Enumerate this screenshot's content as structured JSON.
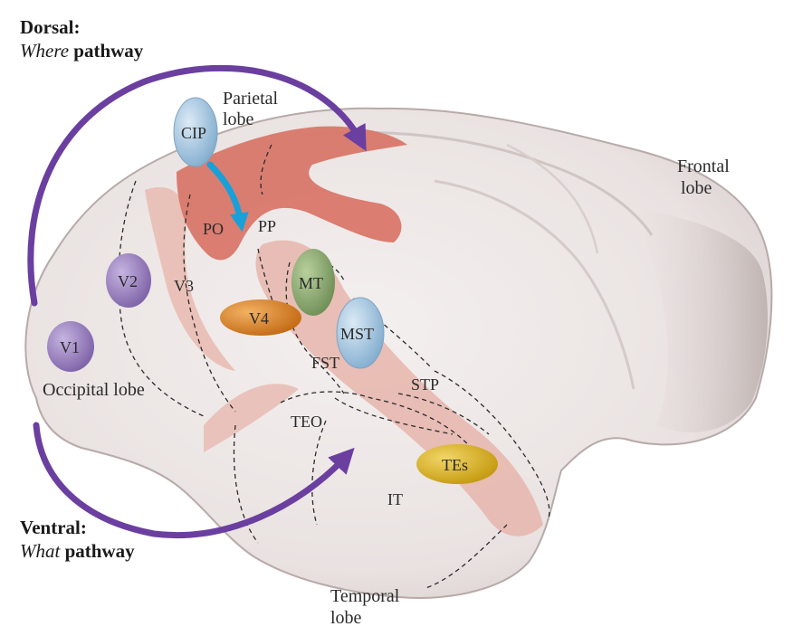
{
  "pathways": {
    "dorsal": {
      "title": "Dorsal:",
      "subtitle_italic": "Where",
      "subtitle_rest": " pathway"
    },
    "ventral": {
      "title": "Ventral:",
      "subtitle_italic": "What",
      "subtitle_rest": " pathway"
    },
    "arrow_color": "#6b3fa0"
  },
  "lobes": {
    "parietal": [
      "Parietal",
      "lobe"
    ],
    "frontal": [
      "Frontal",
      "lobe"
    ],
    "occipital": "Occipital lobe",
    "temporal": [
      "Temporal",
      "lobe"
    ]
  },
  "areas": {
    "cip": "CIP",
    "po": "PO",
    "pp": "PP",
    "v1": "V1",
    "v2": "V2",
    "v3": "V3",
    "v4": "V4",
    "mt": "MT",
    "mst": "MST",
    "fst": "FST",
    "stp": "STP",
    "teo": "TEO",
    "tes": "TEs",
    "it": "IT"
  },
  "colors": {
    "brain": "#ece7e6",
    "brain_shadow": "#c9bfbd",
    "sulcus": "#e6b5ac",
    "parietal_highlight": "#d9776a",
    "v1_v2": "#9f86c4",
    "v4": "#de8a2c",
    "mt": "#8fae72",
    "mst_cip": "#a8c8e4",
    "tes": "#e3bb2e",
    "blue_arrow": "#1aa0d8"
  }
}
